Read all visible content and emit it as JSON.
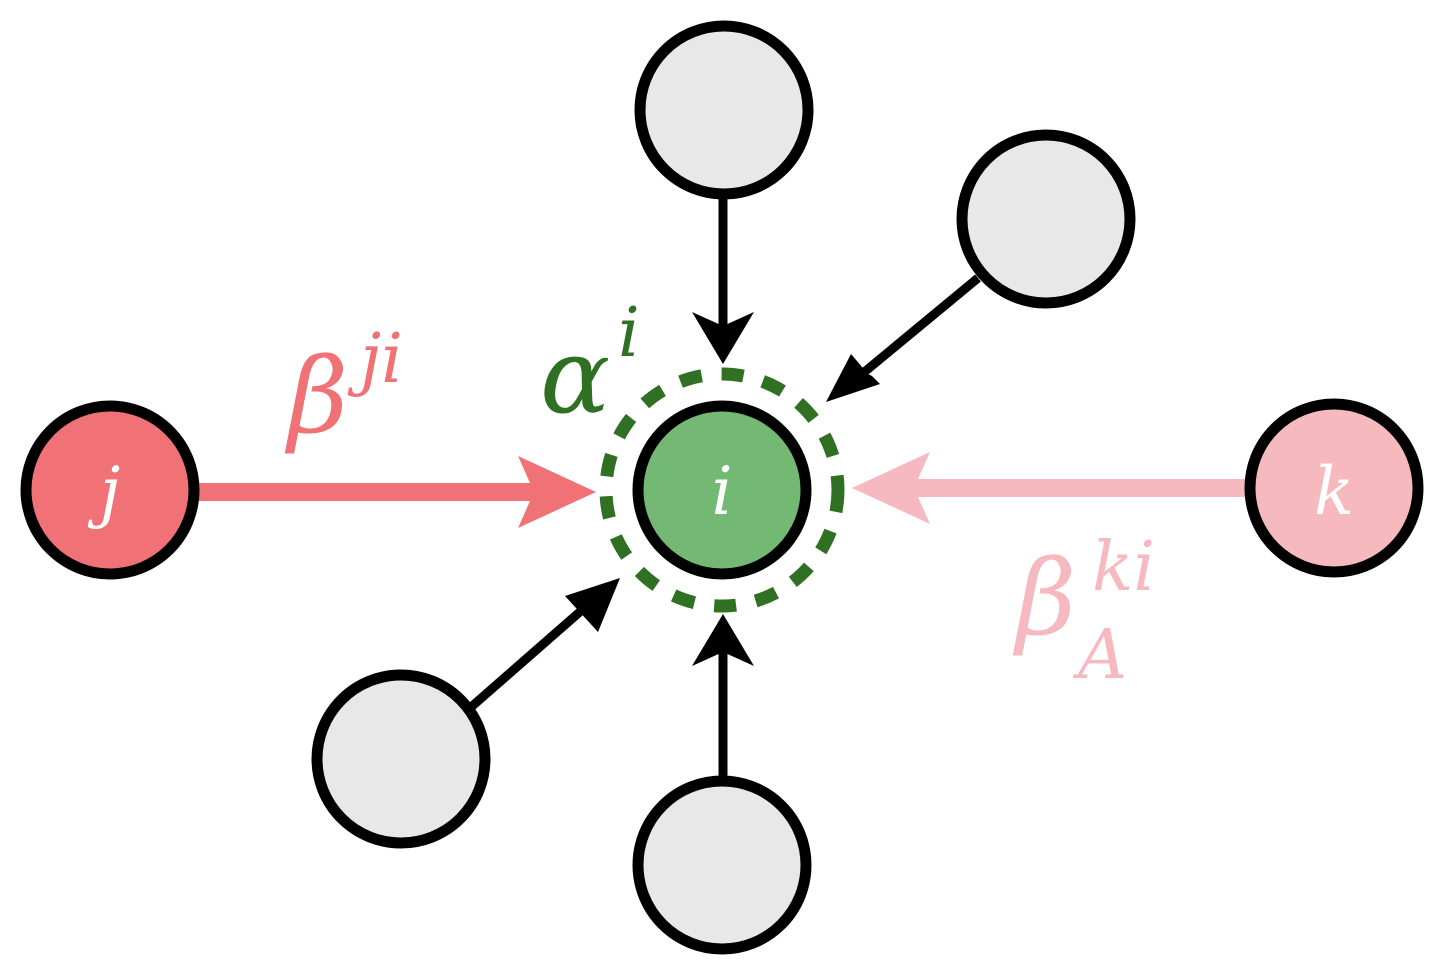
{
  "colors": {
    "background": "#ffffff",
    "outline": "#000000",
    "neighbor_fill": "#e8e8e8",
    "center_fill": "#73b973",
    "source_j_fill": "#f07277",
    "source_k_fill": "#f6b9be",
    "edge_j": "#f07277",
    "edge_k": "#f7b9c0",
    "alpha": "#2f7023",
    "dashed_ring": "#2f7023"
  },
  "nodes": {
    "center": "i",
    "left": "j",
    "right": "k"
  },
  "labels": {
    "beta_ji_base": "β",
    "beta_ji_sup": "ji",
    "alpha_base": "α",
    "alpha_sup": "i",
    "beta_ki_base": "β",
    "beta_ki_sup": "ki",
    "beta_ki_sub": "A"
  }
}
